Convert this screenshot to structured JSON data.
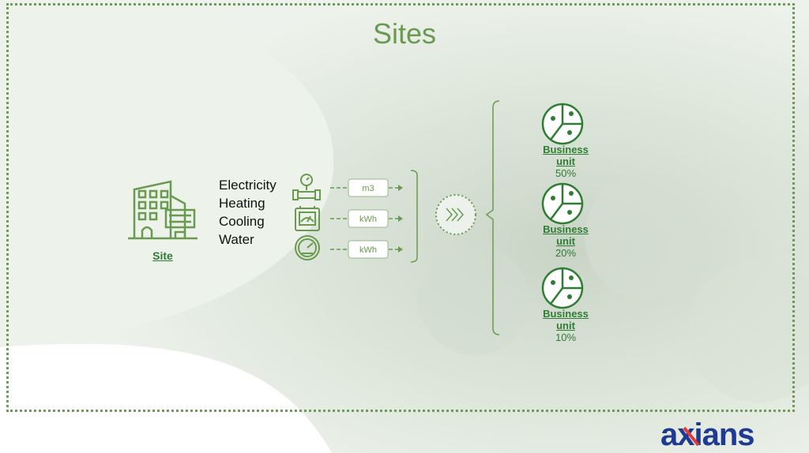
{
  "title": "Sites",
  "site": {
    "label": "Site"
  },
  "energy_types": [
    "Electricity",
    "Heating",
    "Cooling",
    "Water"
  ],
  "meters": [
    {
      "icon": "pressure-gauge-pipe-icon",
      "unit": "m3"
    },
    {
      "icon": "electric-meter-icon",
      "unit": "kWh"
    },
    {
      "icon": "gauge-dial-icon",
      "unit": "kWh"
    }
  ],
  "business_units": [
    {
      "name": "Business unit",
      "percent": "50%"
    },
    {
      "name": "Business unit",
      "percent": "20%"
    },
    {
      "name": "Business unit",
      "percent": "10%"
    }
  ],
  "logo": {
    "text": "axians"
  },
  "colors": {
    "accent": "#2e7d32",
    "title": "#6a9a50",
    "frame": "#6f9a5a"
  }
}
